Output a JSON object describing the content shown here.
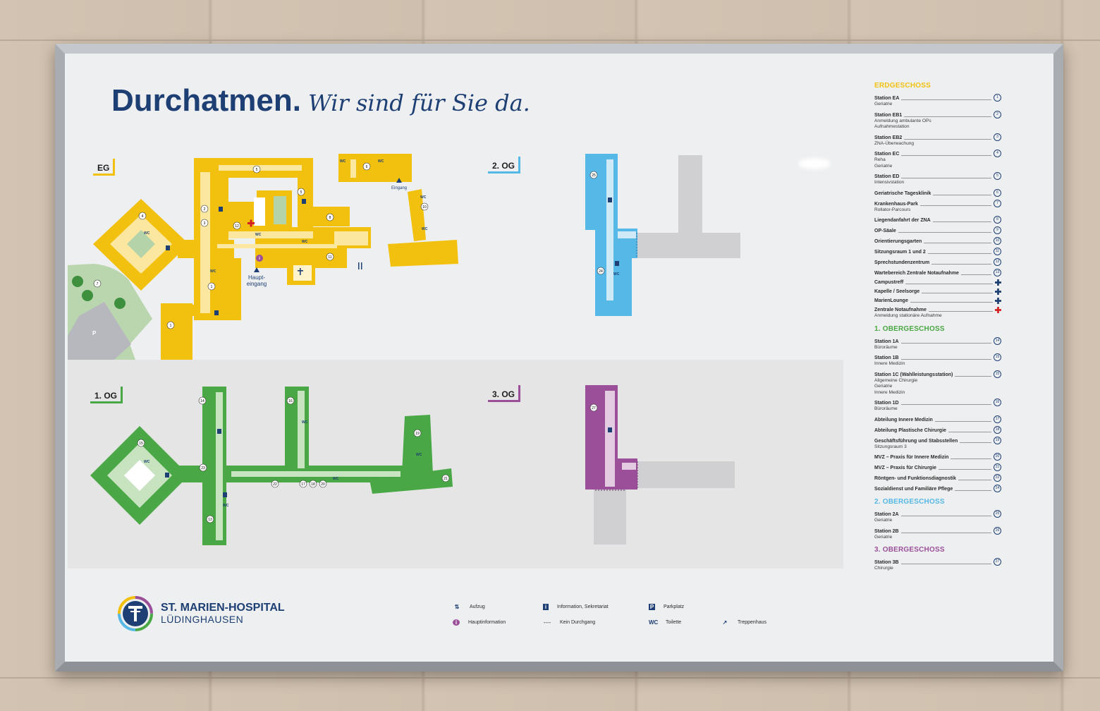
{
  "headline": {
    "bold": "Durchatmen.",
    "italic": "Wir sind für Sie da."
  },
  "colors": {
    "eg": "#f2c10f",
    "og1": "#4aa745",
    "og2": "#55b8e6",
    "og3": "#9b4f99",
    "navy": "#1d3f73",
    "gray": "#d0d0d2"
  },
  "floors": {
    "eg": "EG",
    "og1": "1. OG",
    "og2": "2. OG",
    "og3": "3. OG"
  },
  "map_labels": {
    "entrance_main_1": "Haupt-",
    "entrance_main_2": "eingang",
    "entrance_side": "Eingang",
    "wc": "WC",
    "parking": "P"
  },
  "logo": {
    "line1": "ST. MARIEN-HOSPITAL",
    "line2": "LÜDINGHAUSEN"
  },
  "key": [
    {
      "icon": "elevator-icon",
      "symbol": "⇅",
      "label": "Aufzug"
    },
    {
      "icon": "info-icon",
      "symbol": "i",
      "label": "Information, Sekretariat"
    },
    {
      "icon": "parking-icon",
      "symbol": "P",
      "label": "Parkplatz"
    },
    {
      "icon": "main-info-icon",
      "symbol": "i",
      "label": "Hauptinformation"
    },
    {
      "icon": "no-passage-icon",
      "symbol": "----",
      "label": "Kein Durchgang"
    },
    {
      "icon": "toilet-icon",
      "symbol": "WC",
      "label": "Toilette"
    },
    {
      "icon": "stairs-icon",
      "symbol": "↗",
      "label": "Treppenhaus"
    }
  ],
  "directory": {
    "eg": {
      "title": "ERDGESCHOSS",
      "entries": [
        {
          "name": "Station EA",
          "num": "1",
          "sub": [
            "Geriatrie"
          ]
        },
        {
          "name": "Station EB1",
          "num": "2",
          "sub": [
            "Anmeldung ambulante OPs",
            "Aufnahmestation"
          ]
        },
        {
          "name": "Station EB2",
          "num": "3",
          "sub": [
            "ZNA-Überwachung"
          ]
        },
        {
          "name": "Station EC",
          "num": "4",
          "sub": [
            "Reha",
            "Geriatrie"
          ]
        },
        {
          "name": "Station ED",
          "num": "5",
          "sub": [
            "Intensivstation"
          ]
        },
        {
          "name": "Geriatrische Tagesklinik",
          "num": "6",
          "sub": []
        },
        {
          "name": "Krankenhaus-Park",
          "num": "7",
          "sub": [
            "Rollator-Parcours"
          ]
        },
        {
          "name": "Liegendanfahrt der ZNA",
          "num": "8",
          "sub": []
        },
        {
          "name": "OP-Säale",
          "num": "9",
          "sub": []
        },
        {
          "name": "Orientierungsgarten",
          "num": "10",
          "sub": []
        },
        {
          "name": "Sitzungsraum 1 und 2",
          "num": "11",
          "sub": []
        },
        {
          "name": "Sprechstundenzentrum",
          "num": "12",
          "sub": []
        },
        {
          "name": "Wartebereich Zentrale Notaufnahme",
          "num": "13",
          "sub": []
        },
        {
          "name": "Campustreff",
          "num": "",
          "sub": []
        },
        {
          "name": "Kapelle / Seelsorge",
          "num": "",
          "sub": []
        },
        {
          "name": "MarienLounge",
          "num": "",
          "sub": []
        },
        {
          "name": "Zentrale Notaufnahme",
          "num": "",
          "sub": [
            "Anmeldung stationäre Aufnahme"
          ]
        }
      ]
    },
    "og1": {
      "title": "1. OBERGESCHOSS",
      "entries": [
        {
          "name": "Station 1A",
          "num": "14",
          "sub": [
            "Büroräume"
          ]
        },
        {
          "name": "Station 1B",
          "num": "15",
          "sub": [
            "Innere Medizin"
          ]
        },
        {
          "name": "Station 1C (Wahlleistungsstation)",
          "num": "15",
          "sub": [
            "Allgemeine Chirurgie",
            "Geriatrie",
            "Innere Medizin"
          ]
        },
        {
          "name": "Station 1D",
          "num": "16",
          "sub": [
            "Büroräume"
          ]
        },
        {
          "name": "Abteilung Innere Medizin",
          "num": "17",
          "sub": []
        },
        {
          "name": "Abteilung Plastische Chirurgie",
          "num": "18",
          "sub": []
        },
        {
          "name": "Geschäftsführung und Stabsstellen",
          "num": "19",
          "sub": [
            "Sitzungsraum 3"
          ]
        },
        {
          "name": "MVZ – Praxis für Innere Medizin",
          "num": "20",
          "sub": []
        },
        {
          "name": "MVZ – Praxis für Chirurgie",
          "num": "21",
          "sub": []
        },
        {
          "name": "Röntgen- und Funktionsdiagnostik",
          "num": "22",
          "sub": []
        },
        {
          "name": "Sozialdienst und Familiäre Pflege",
          "num": "24",
          "sub": []
        }
      ]
    },
    "og2": {
      "title": "2. OBERGESCHOSS",
      "entries": [
        {
          "name": "Station 2A",
          "num": "25",
          "sub": [
            "Geriatrie"
          ]
        },
        {
          "name": "Station 2B",
          "num": "26",
          "sub": [
            "Geriatrie"
          ]
        }
      ]
    },
    "og3": {
      "title": "3. OBERGESCHOSS",
      "entries": [
        {
          "name": "Station 3B",
          "num": "27",
          "sub": [
            "Chirurgie"
          ]
        }
      ]
    }
  }
}
